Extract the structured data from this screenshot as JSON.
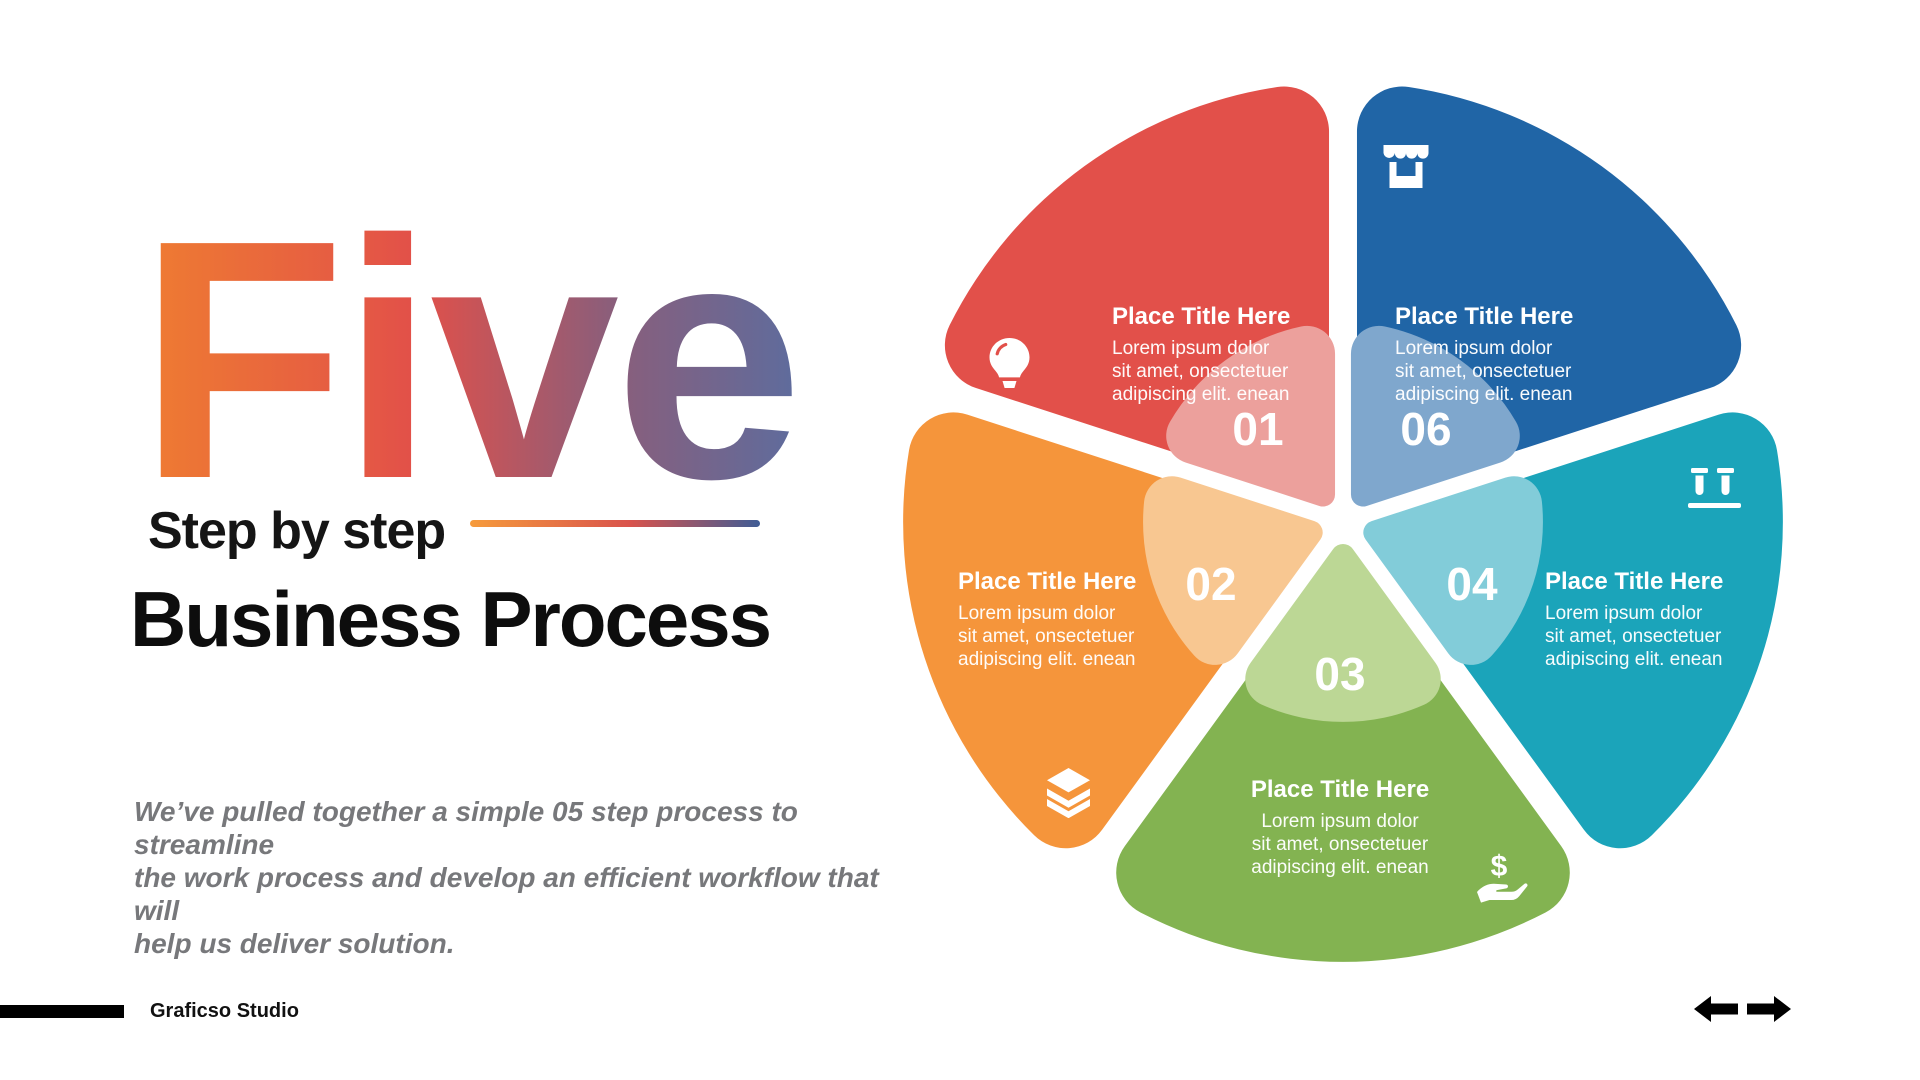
{
  "slide": {
    "title": "Five",
    "subtitle": "Step by step",
    "heading": "Business Process",
    "description_lines": [
      "We’ve pulled together a simple 05 step process to streamline",
      "the work process and develop an efficient workflow that will",
      "help us deliver solution."
    ]
  },
  "footer": {
    "studio": "Graficso Studio"
  },
  "colors": {
    "title_gradient": [
      "#EF7D31",
      "#E25049",
      "#5E6C9D"
    ],
    "divider_gradient": [
      "#F69B3C",
      "#D9534C",
      "#3F5C95"
    ],
    "heading_text": "#0d0d0d",
    "description_gray": "#77787B"
  },
  "diagram": {
    "dollar_symbol": "$",
    "petals": [
      {
        "number": "01",
        "title": "Place Title Here",
        "body_lines": [
          "Lorem ipsum dolor",
          "sit amet, onsectetuer",
          "adipiscing elit. enean"
        ],
        "color": "#E2504A",
        "light_color": "#ECA09C",
        "icon": "lightbulb-icon"
      },
      {
        "number": "02",
        "title": "Place Title Here",
        "body_lines": [
          "Lorem ipsum dolor",
          "sit amet, onsectetuer",
          "adipiscing elit. enean"
        ],
        "color": "#F5953B",
        "light_color": "#F8C791",
        "icon": "layers-icon"
      },
      {
        "number": "03",
        "title": "Place Title Here",
        "body_lines": [
          "Lorem ipsum dolor",
          "sit amet, onsectetuer",
          "adipiscing elit. enean"
        ],
        "color": "#83B351",
        "light_color": "#BCD795",
        "icon": "money-hand-icon"
      },
      {
        "number": "04",
        "title": "Place Title Here",
        "body_lines": [
          "Lorem ipsum dolor",
          "sit amet, onsectetuer",
          "adipiscing elit. enean"
        ],
        "color": "#1BA4BA",
        "light_color": "#82CCD9",
        "icon": "test-tubes-icon"
      },
      {
        "number": "06",
        "title": "Place Title Here",
        "body_lines": [
          "Lorem ipsum dolor",
          "sit amet, onsectetuer",
          "adipiscing elit. enean"
        ],
        "color": "#2065A6",
        "light_color": "#7FA7CD",
        "icon": "storefront-icon"
      }
    ]
  }
}
